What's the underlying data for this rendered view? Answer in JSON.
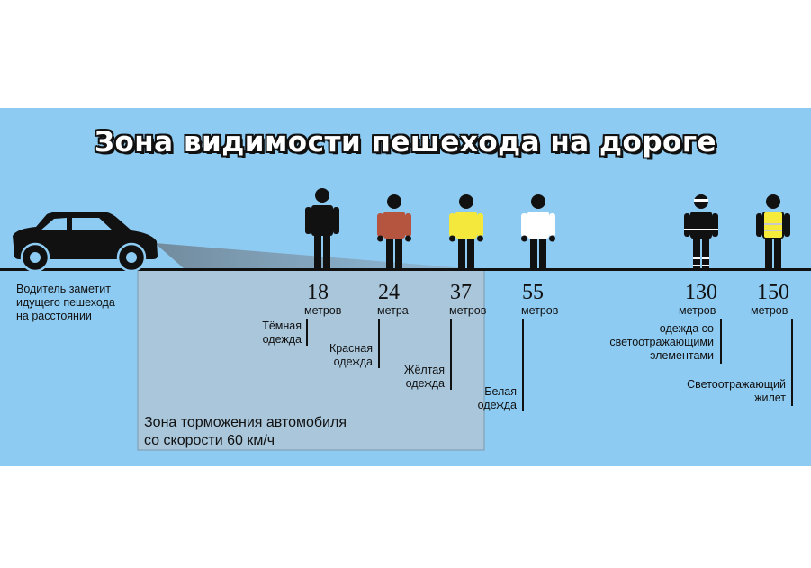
{
  "title": "Зона видимости пешехода на дороге",
  "driver_note": [
    "Водитель заметит",
    "идущего пешехода",
    "на расстоянии"
  ],
  "braking_zone": [
    "Зона торможения автомобиля",
    "со скорости 60 км/ч"
  ],
  "colors": {
    "background": "#8ecbf2",
    "road": "#111111",
    "car": "#111111",
    "braking_zone_fill": "#a9c6db",
    "dark_clothes": "#111111",
    "red_clothes": "#b5553f",
    "yellow_clothes": "#f4e83c",
    "white_clothes": "#ffffff",
    "reflective_vest": "#f6ea3a"
  },
  "pedestrians": [
    {
      "distance": "18",
      "unit": "метров",
      "caption": [
        "Тёмная",
        "одежда"
      ],
      "clothing": "dark-clothes-figure-icon"
    },
    {
      "distance": "24",
      "unit": "метра",
      "caption": [
        "Красная",
        "одежда"
      ],
      "clothing": "red-clothes-figure-icon"
    },
    {
      "distance": "37",
      "unit": "метров",
      "caption": [
        "Жёлтая",
        "одежда"
      ],
      "clothing": "yellow-clothes-figure-icon"
    },
    {
      "distance": "55",
      "unit": "метров",
      "caption": [
        "Белая",
        "одежда"
      ],
      "clothing": "white-clothes-figure-icon"
    },
    {
      "distance": "130",
      "unit": "метров",
      "caption": [
        "одежда со",
        "светоотражающими",
        "элементами"
      ],
      "clothing": "reflective-elements-figure-icon"
    },
    {
      "distance": "150",
      "unit": "метров",
      "caption": [
        "Светоотражающий",
        "жилет"
      ],
      "clothing": "reflective-vest-figure-icon"
    }
  ]
}
